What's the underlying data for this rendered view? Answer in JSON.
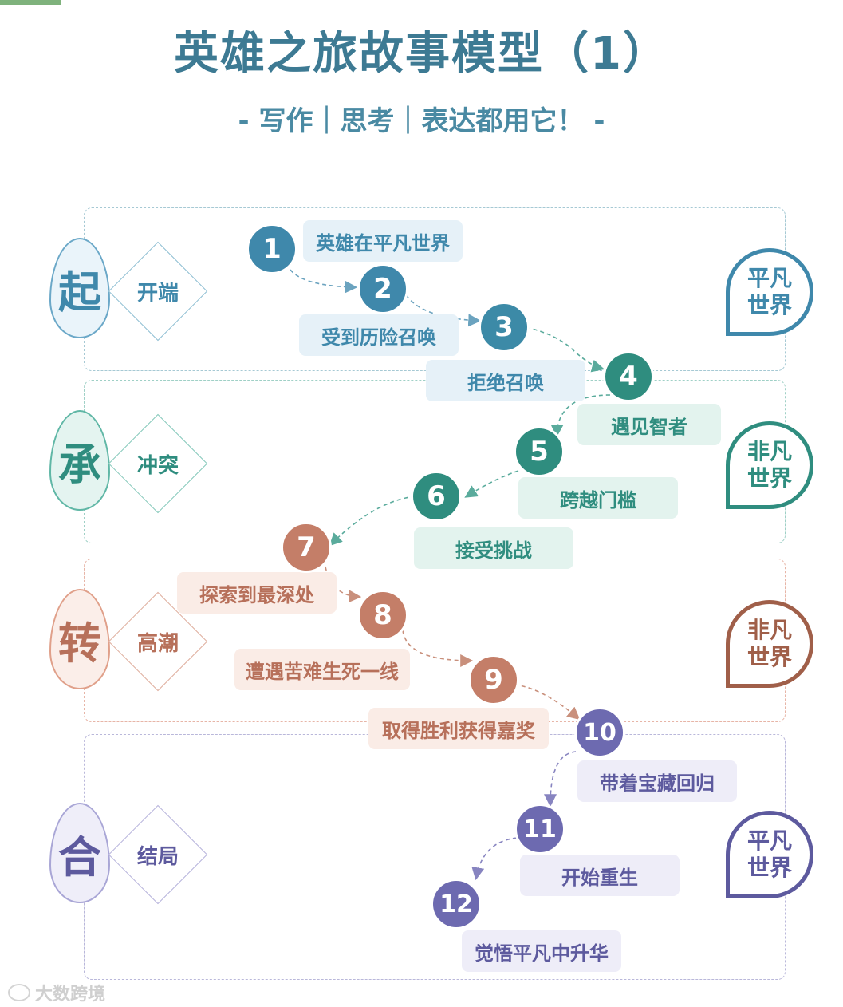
{
  "title": "英雄之旅故事模型（1）",
  "subtitle": "- 写作｜思考｜表达都用它！ -",
  "phases": [
    {
      "char": "起",
      "label": "开端",
      "world": [
        "平凡",
        "世界"
      ],
      "color": "#3f88ab",
      "bg": "#e8f2f8"
    },
    {
      "char": "承",
      "label": "冲突",
      "world": [
        "非凡",
        "世界"
      ],
      "color": "#2f8d7f",
      "bg": "#e5f3f0"
    },
    {
      "char": "转",
      "label": "高潮",
      "world": [
        "非凡",
        "世界"
      ],
      "color": "#b7705a",
      "bg": "#f9ece6"
    },
    {
      "char": "合",
      "label": "结局",
      "world": [
        "平凡",
        "世界"
      ],
      "color": "#5d5a9e",
      "bg": "#eeedf8"
    }
  ],
  "steps": [
    {
      "num": "1",
      "label": "英雄在平凡世界",
      "phase": 0
    },
    {
      "num": "2",
      "label": "受到历险召唤",
      "phase": 0
    },
    {
      "num": "3",
      "label": "拒绝召唤",
      "phase": 0
    },
    {
      "num": "4",
      "label": "遇见智者",
      "phase": 1
    },
    {
      "num": "5",
      "label": "跨越门槛",
      "phase": 1
    },
    {
      "num": "6",
      "label": "接受挑战",
      "phase": 1
    },
    {
      "num": "7",
      "label": "探索到最深处",
      "phase": 2
    },
    {
      "num": "8",
      "label": "遭遇苦难生死一线",
      "phase": 2
    },
    {
      "num": "9",
      "label": "取得胜利获得嘉奖",
      "phase": 2
    },
    {
      "num": "10",
      "label": "带着宝藏回归",
      "phase": 3
    },
    {
      "num": "11",
      "label": "开始重生",
      "phase": 3
    },
    {
      "num": "12",
      "label": "觉悟平凡中升华",
      "phase": 3
    }
  ],
  "watermark": "大数跨境"
}
